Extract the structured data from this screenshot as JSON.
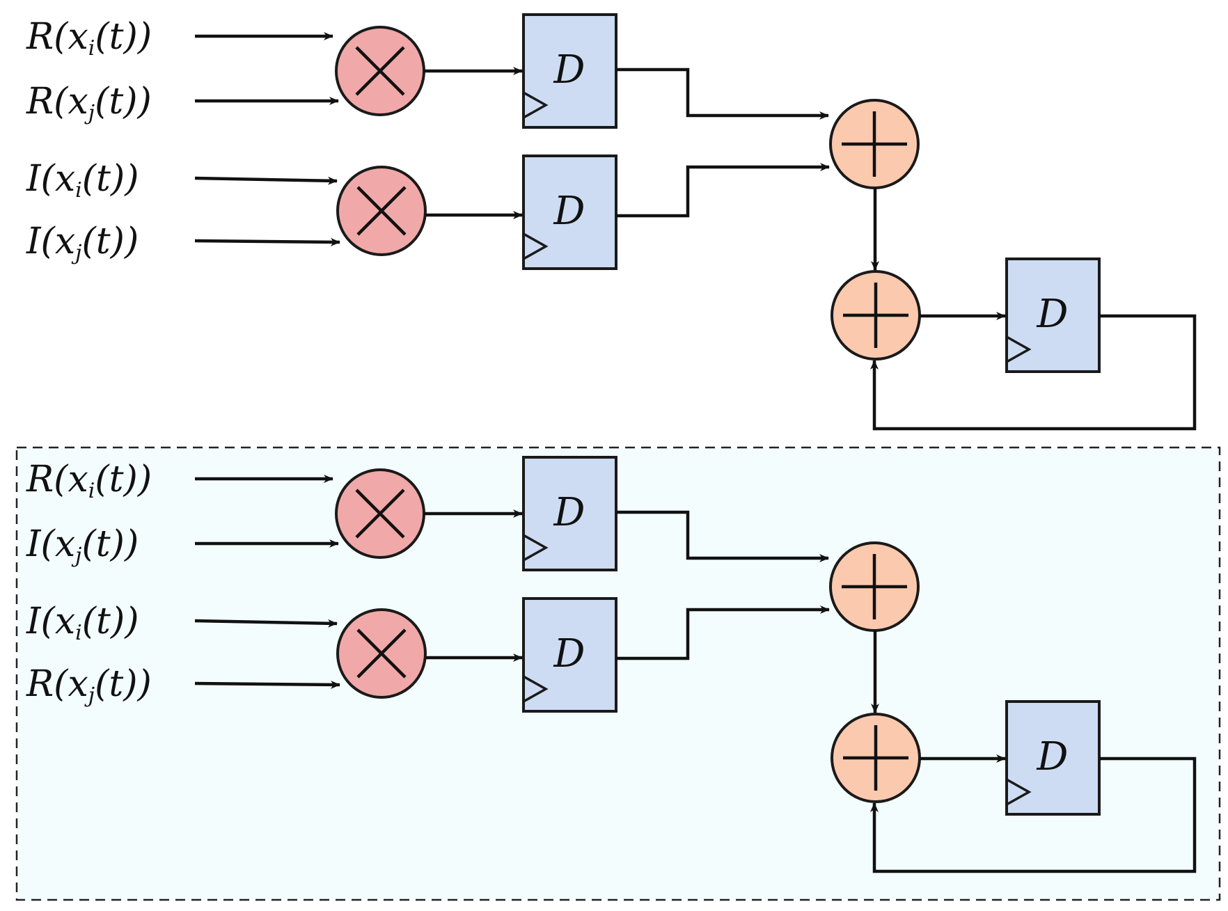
{
  "colors": {
    "multiplier_fill": "#f0a8a8",
    "adder_fill": "#fbc9ae",
    "register_fill": "#cddcf2",
    "group_fill": "#f4fdfd",
    "stroke": "#111111"
  },
  "icons": {
    "multiplier": "multiply-x-icon",
    "adder": "plus-icon",
    "clock_input": "clock-triangle-icon"
  },
  "register_label": "D",
  "top_block": {
    "inputs": [
      {
        "func": "R",
        "sub": "i",
        "text": "R(xi(t))"
      },
      {
        "func": "R",
        "sub": "j",
        "text": "R(xj(t))"
      },
      {
        "func": "I",
        "sub": "i",
        "text": "I(xi(t))"
      },
      {
        "func": "I",
        "sub": "j",
        "text": "I(xj(t))"
      }
    ]
  },
  "bottom_block": {
    "inputs": [
      {
        "func": "R",
        "sub": "i",
        "text": "R(xi(t))"
      },
      {
        "func": "I",
        "sub": "j",
        "text": "I(xj(t))"
      },
      {
        "func": "I",
        "sub": "i",
        "text": "I(xi(t))"
      },
      {
        "func": "R",
        "sub": "j",
        "text": "R(xj(t))"
      }
    ]
  }
}
